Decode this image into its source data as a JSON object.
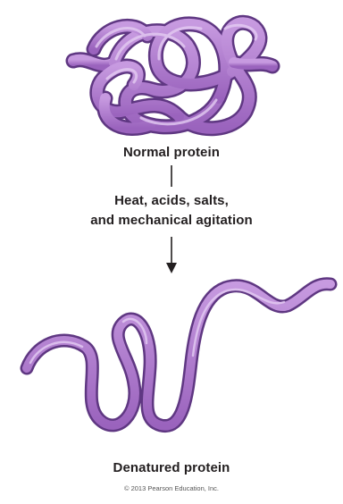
{
  "diagram": {
    "normal_label": "Normal protein",
    "conditions_line1": "Heat, acids, salts,",
    "conditions_line2": "and mechanical agitation",
    "denatured_label": "Denatured protein",
    "credit": "© 2013 Pearson Education, Inc."
  },
  "colors": {
    "protein_fill": "#a977c9",
    "protein_outline": "#5f3782",
    "arrow": "#231f20",
    "text": "#231f20"
  }
}
